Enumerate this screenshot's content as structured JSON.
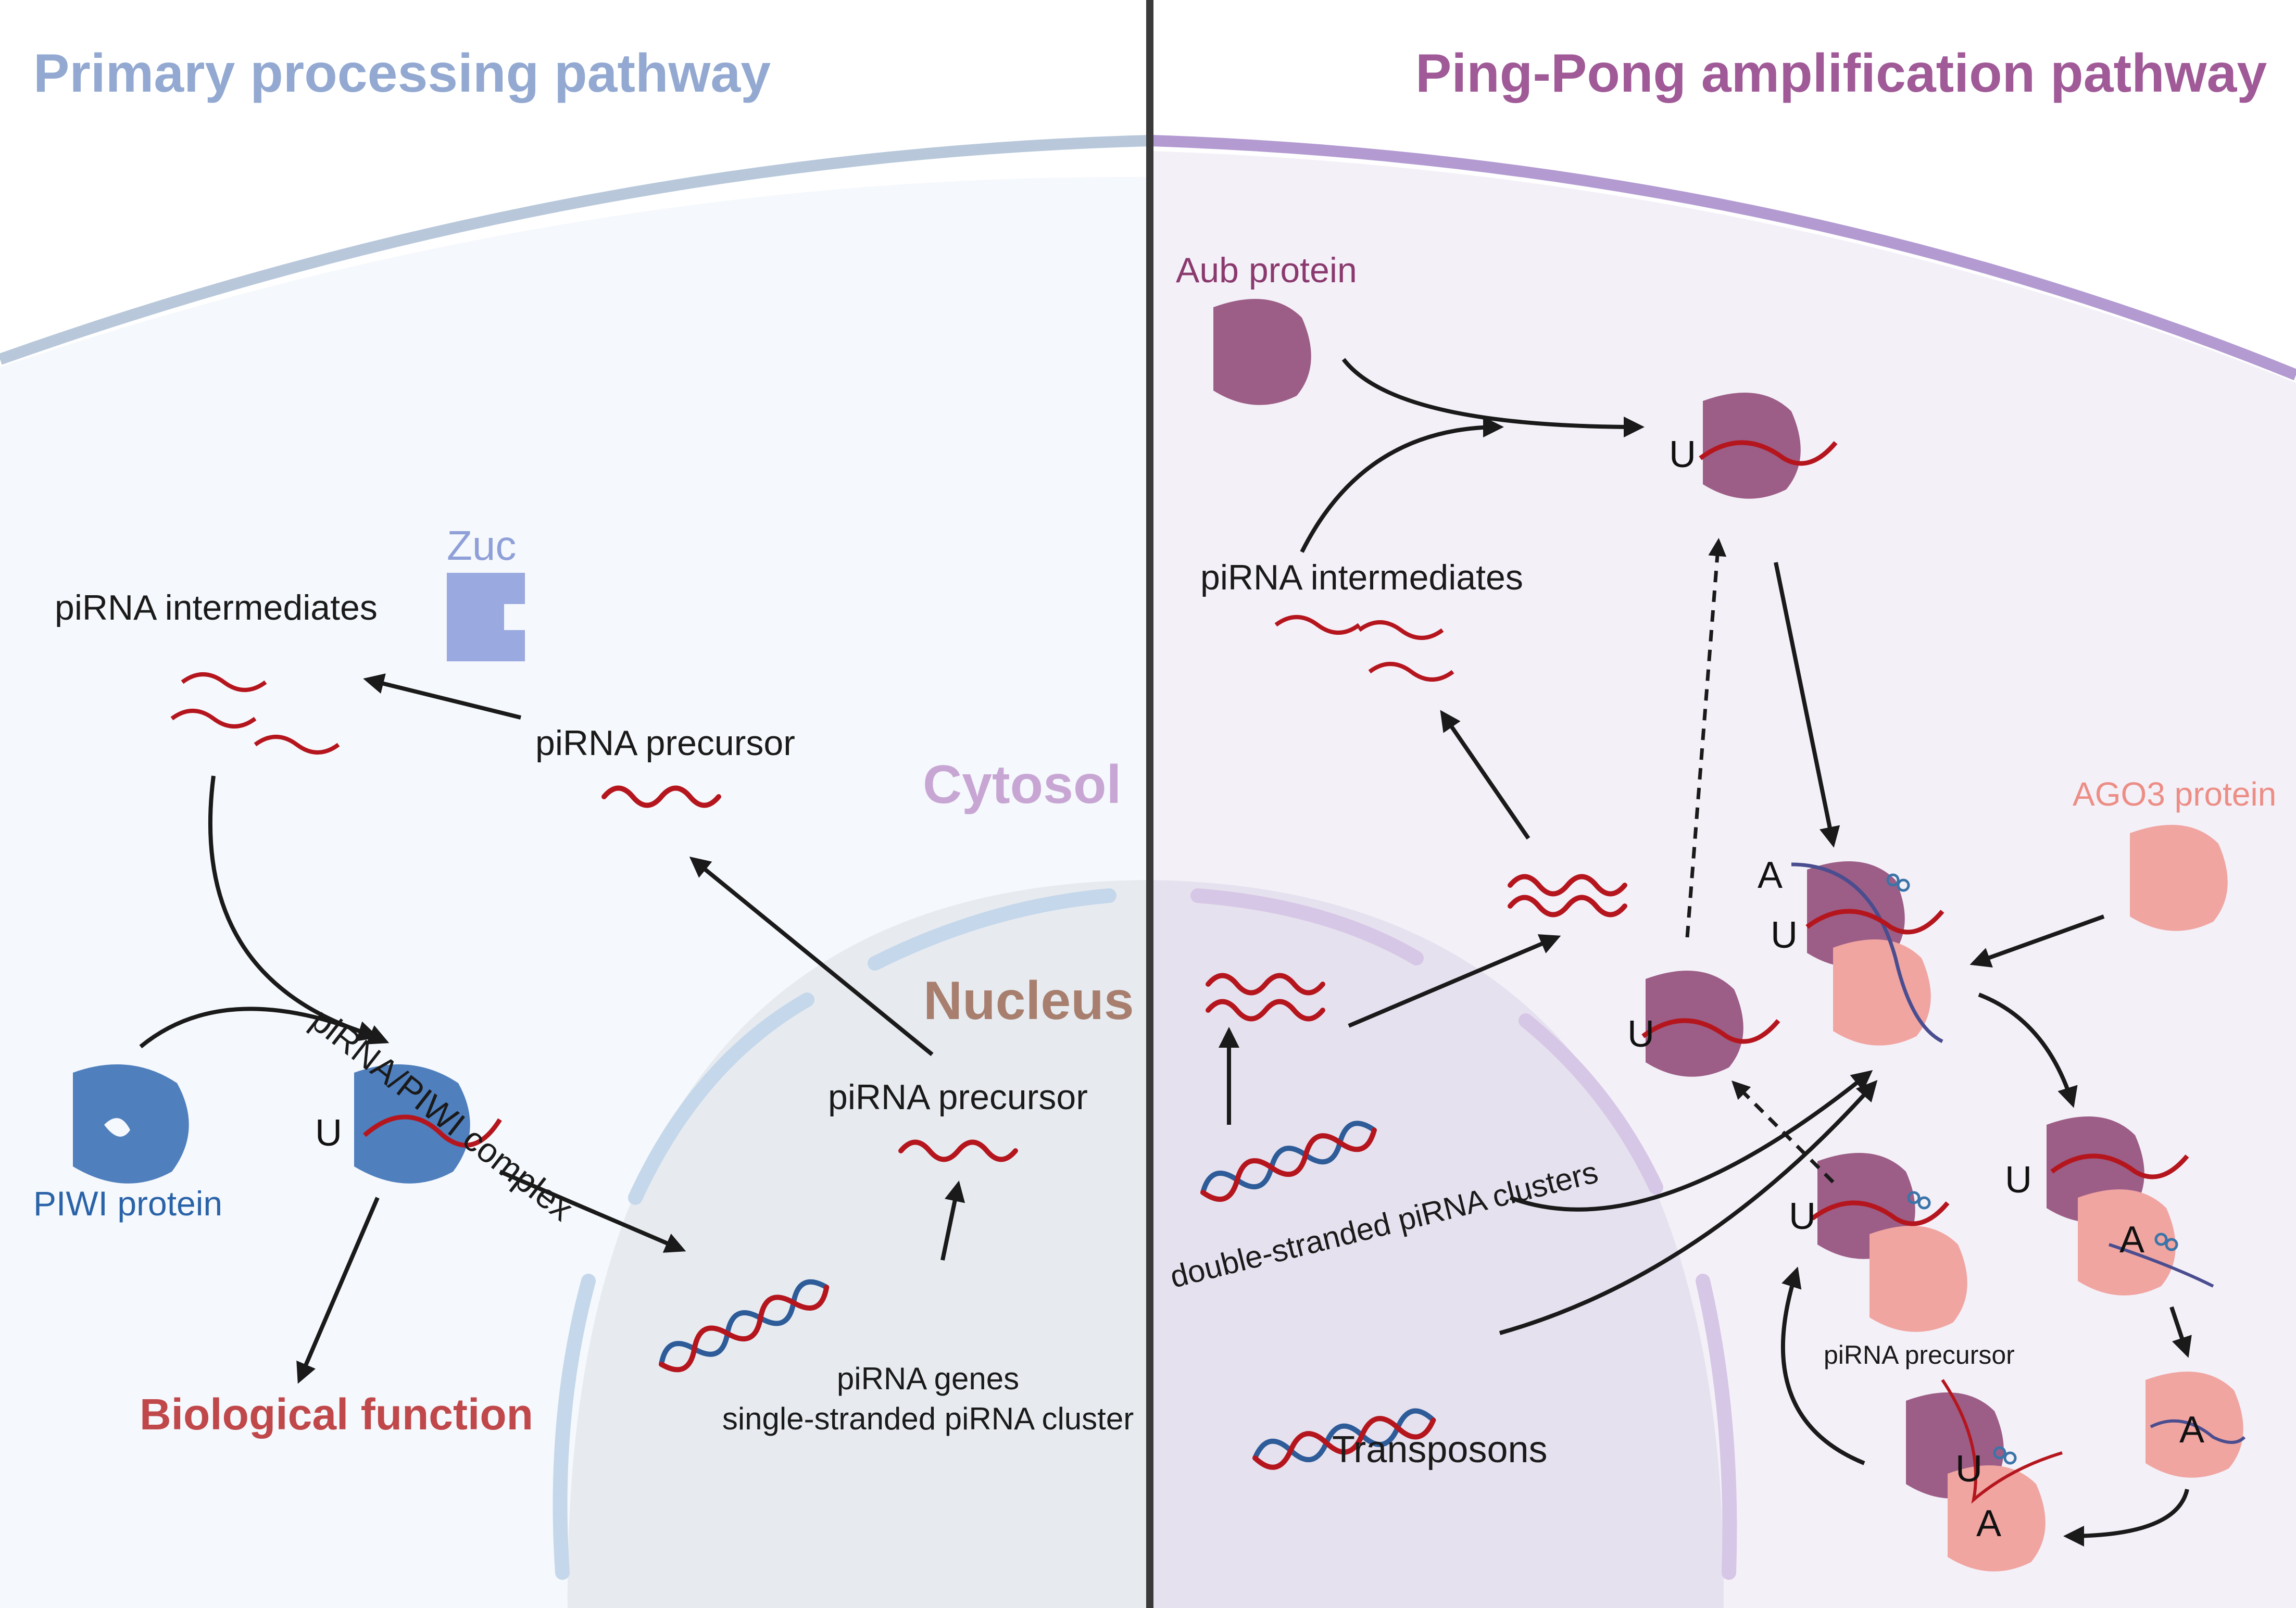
{
  "titles": {
    "left": "Primary processing pathway",
    "right": "Ping-Pong amplification pathway"
  },
  "compartments": {
    "cytosol": "Cytosol",
    "nucleus": "Nucleus"
  },
  "primary": {
    "zuc": "Zuc",
    "pirna_intermediates": "piRNA intermediates",
    "pirna_precursor_cytosol": "piRNA precursor",
    "pirna_precursor_nucleus": "piRNA precursor",
    "genes_line1": "piRNA genes",
    "genes_line2": "single-stranded piRNA cluster",
    "piwi_protein": "PIWI protein",
    "complex": "piRNA/PIWI complex",
    "biological_function": "Biological function"
  },
  "pingpong": {
    "aub_protein": "Aub protein",
    "pirna_intermediates": "piRNA intermediates",
    "ago3_protein": "AGO3 protein",
    "ds_clusters": "double-stranded piRNA clusters",
    "transposons": "Transposons",
    "pirna_precursor": "piRNA precursor"
  },
  "nucleotides": {
    "u": "U",
    "a": "A"
  },
  "colors": {
    "title_left": "#93a9d1",
    "title_right": "#a05a97",
    "piwi": "#4f7fbd",
    "aub": "#9c5e86",
    "ago3": "#f0a5a1",
    "zuc": "#9aa9df",
    "rna": "#b5161e",
    "dna_strand": "#2d5c99",
    "biological_function": "#c0484a"
  }
}
